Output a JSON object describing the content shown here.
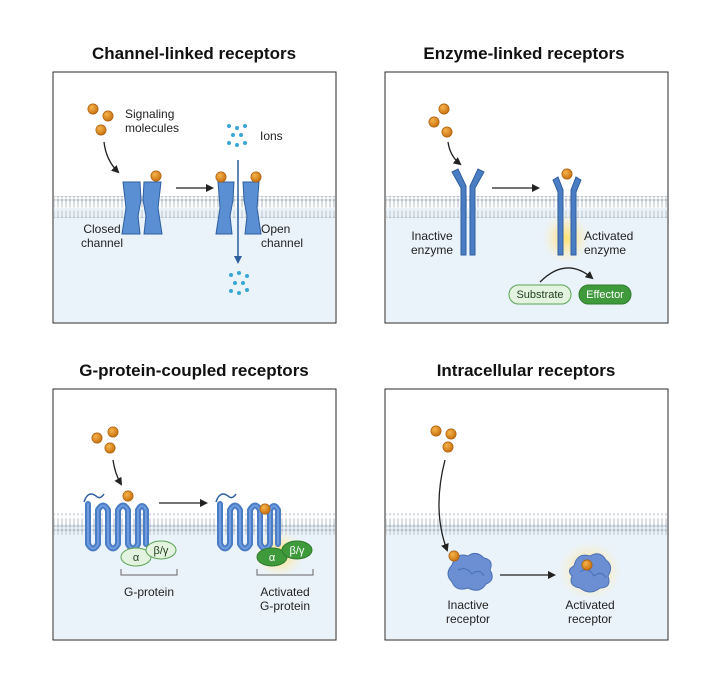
{
  "panels": {
    "channel": {
      "title": "Channel-linked receptors",
      "signaling_label_1": "Signaling",
      "signaling_label_2": "molecules",
      "ions_label": "Ions",
      "closed_label_1": "Closed",
      "closed_label_2": "channel",
      "open_label_1": "Open",
      "open_label_2": "channel"
    },
    "enzyme": {
      "title": "Enzyme-linked receptors",
      "inactive_label_1": "Inactive",
      "inactive_label_2": "enzyme",
      "activated_label_1": "Activated",
      "activated_label_2": "enzyme",
      "substrate_label": "Substrate",
      "effector_label": "Effector"
    },
    "gprotein": {
      "title": "G-protein-coupled receptors",
      "alpha": "α",
      "betagamma": "β/γ",
      "gprotein_label": "G-protein",
      "activated_label_1": "Activated",
      "activated_label_2": "G-protein"
    },
    "intracellular": {
      "title": "Intracellular receptors",
      "inactive_label_1": "Inactive",
      "inactive_label_2": "receptor",
      "activated_label_1": "Activated",
      "activated_label_2": "receptor"
    }
  },
  "colors": {
    "molecule": "#e08a16",
    "receptor": "#4a7dc4",
    "membrane": "#b7c3cc",
    "cytoplasm": "#eaf2fa",
    "effector": "#3f9a3c",
    "substrate": "#e3f3df",
    "ions": "#3aa6d6",
    "glow": "#ffd54a"
  }
}
